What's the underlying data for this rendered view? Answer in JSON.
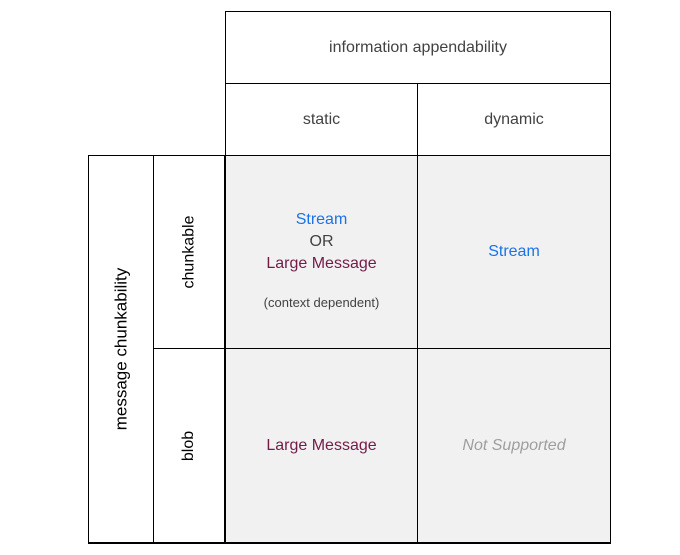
{
  "header": {
    "title": "information appendability",
    "columns": [
      "static",
      "dynamic"
    ]
  },
  "rows": {
    "title": "message chunkability",
    "labels": [
      "chunkable",
      "blob"
    ]
  },
  "cells": {
    "chunkable_static": {
      "option_a": "Stream",
      "separator": "OR",
      "option_b": "Large Message",
      "note": "(context dependent)"
    },
    "chunkable_dynamic": "Stream",
    "blob_static": "Large Message",
    "blob_dynamic": "Not Supported"
  },
  "colors": {
    "stream_blue": "#1a73e8",
    "large_message_maroon": "#741b47",
    "secondary_text": "#424242",
    "not_supported_gray": "#9e9e9e",
    "cell_background": "#f1f1f1",
    "border_black": "#000000",
    "header_text": "#424242",
    "row_label_text": "#000000",
    "page_background": "#ffffff"
  }
}
